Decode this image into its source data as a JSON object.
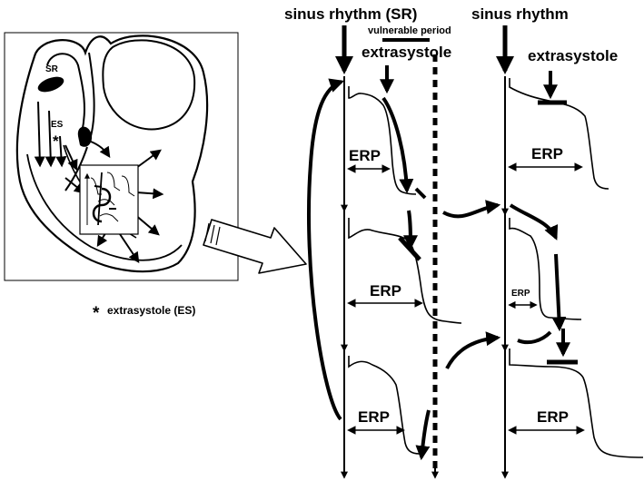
{
  "labels": {
    "sinus_rhythm_sr": "sinus rhythm (SR)",
    "sinus_rhythm": "sinus rhythm",
    "vulnerable_period": "vulnerable period",
    "extrasystole": "extrasystole",
    "erp": "ERP",
    "heart_sr": "SR",
    "heart_es": "ES",
    "asterisk": "*",
    "legend_text": "extrasystole (ES)"
  },
  "colors": {
    "ink": "#000000",
    "background": "#ffffff"
  }
}
